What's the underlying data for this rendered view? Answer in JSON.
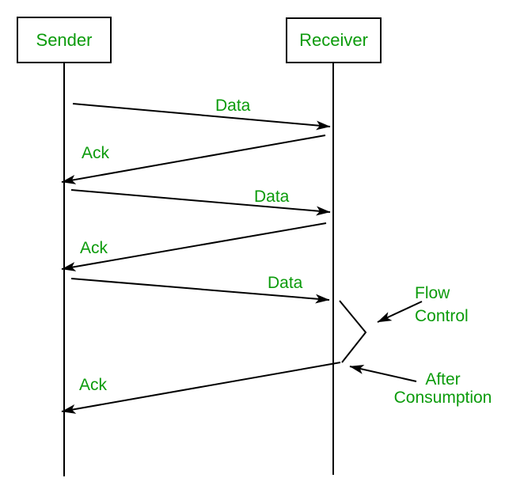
{
  "diagram": {
    "type": "sequence-diagram",
    "topic": "Flow Control",
    "colors": {
      "label": "#0b9b0b",
      "line": "#000000",
      "background": "#ffffff"
    },
    "actors": [
      {
        "label": "Sender"
      },
      {
        "label": "Receiver"
      }
    ],
    "messages": [
      {
        "label": "Data",
        "direction": "sender-to-receiver"
      },
      {
        "label": "Ack",
        "direction": "receiver-to-sender"
      },
      {
        "label": "Data",
        "direction": "sender-to-receiver"
      },
      {
        "label": "Ack",
        "direction": "receiver-to-sender"
      },
      {
        "label": "Data",
        "direction": "sender-to-receiver"
      },
      {
        "label": "Ack",
        "direction": "receiver-to-sender"
      }
    ],
    "annotations": [
      {
        "line1": "Flow",
        "line2": "Control",
        "points_at": "receiver-pause-brace"
      },
      {
        "line1": "After",
        "line2": "Consumption",
        "points_at": "final-ack-origin"
      }
    ]
  }
}
